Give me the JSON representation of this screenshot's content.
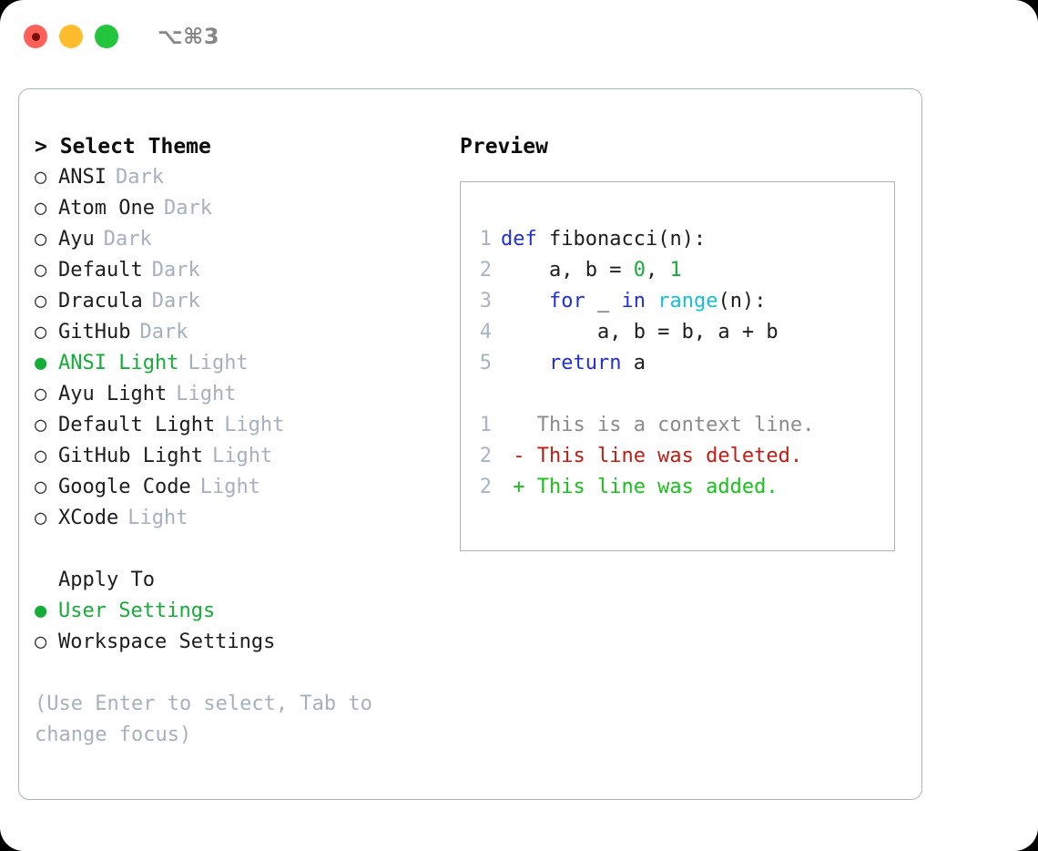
{
  "titlebar": {
    "buttons": [
      {
        "name": "close",
        "color": "#ff6159",
        "recording": true
      },
      {
        "name": "minimize",
        "color": "#ffbd2e",
        "recording": false
      },
      {
        "name": "maximize",
        "color": "#23c53c",
        "recording": false
      }
    ],
    "shortcut": "⌥⌘3"
  },
  "theme_picker": {
    "heading": "> Select Theme",
    "selected_bullet": "●",
    "unselected_bullet": "○",
    "items": [
      {
        "label": "ANSI",
        "tag": "Dark",
        "selected": false
      },
      {
        "label": "Atom One",
        "tag": "Dark",
        "selected": false
      },
      {
        "label": "Ayu",
        "tag": "Dark",
        "selected": false
      },
      {
        "label": "Default",
        "tag": "Dark",
        "selected": false
      },
      {
        "label": "Dracula",
        "tag": "Dark",
        "selected": false
      },
      {
        "label": "GitHub",
        "tag": "Dark",
        "selected": false
      },
      {
        "label": "ANSI Light",
        "tag": "Light",
        "selected": true
      },
      {
        "label": "Ayu Light",
        "tag": "Light",
        "selected": false
      },
      {
        "label": "Default Light",
        "tag": "Light",
        "selected": false
      },
      {
        "label": "GitHub Light",
        "tag": "Light",
        "selected": false
      },
      {
        "label": "Google Code",
        "tag": "Light",
        "selected": false
      },
      {
        "label": "XCode",
        "tag": "Light",
        "selected": false
      }
    ]
  },
  "apply_to": {
    "heading": "Apply To",
    "items": [
      {
        "label": "User Settings",
        "selected": true
      },
      {
        "label": "Workspace Settings",
        "selected": false
      }
    ]
  },
  "hint": "(Use Enter to select, Tab to change focus)",
  "preview": {
    "heading": "Preview",
    "code_lines": [
      {
        "num": "1",
        "tokens": [
          {
            "t": "def",
            "c": "kw"
          },
          {
            "t": " fibonacci(n):",
            "c": "plain"
          }
        ]
      },
      {
        "num": "2",
        "tokens": [
          {
            "t": "    a, b = ",
            "c": "plain"
          },
          {
            "t": "0",
            "c": "num"
          },
          {
            "t": ", ",
            "c": "plain"
          },
          {
            "t": "1",
            "c": "num"
          }
        ]
      },
      {
        "num": "3",
        "tokens": [
          {
            "t": "    ",
            "c": "plain"
          },
          {
            "t": "for",
            "c": "kw"
          },
          {
            "t": " _ ",
            "c": "plain"
          },
          {
            "t": "in",
            "c": "kw"
          },
          {
            "t": " ",
            "c": "plain"
          },
          {
            "t": "range",
            "c": "fn"
          },
          {
            "t": "(n):",
            "c": "plain"
          }
        ]
      },
      {
        "num": "4",
        "tokens": [
          {
            "t": "        a, b = b, a + b",
            "c": "plain"
          }
        ]
      },
      {
        "num": "5",
        "tokens": [
          {
            "t": "    ",
            "c": "plain"
          },
          {
            "t": "return",
            "c": "kw"
          },
          {
            "t": " a",
            "c": "plain"
          }
        ]
      }
    ],
    "diff_lines": [
      {
        "num": "1",
        "marker": "  ",
        "text": "This is a context line.",
        "kind": "diff-ctx"
      },
      {
        "num": "2",
        "marker": "- ",
        "text": "This line was deleted.",
        "kind": "diff-del"
      },
      {
        "num": "2",
        "marker": "+ ",
        "text": "This line was added.",
        "kind": "diff-add"
      }
    ]
  },
  "colors": {
    "accent_green": "#14ad38",
    "muted_gray": "#a6b0bf",
    "border": "#a9b4c2",
    "keyword_blue": "#1f2fe0",
    "function_cyan": "#16c0d4",
    "number_green": "#14ad38",
    "diff_delete_red": "#c31b10",
    "diff_add_green": "#17c219"
  }
}
